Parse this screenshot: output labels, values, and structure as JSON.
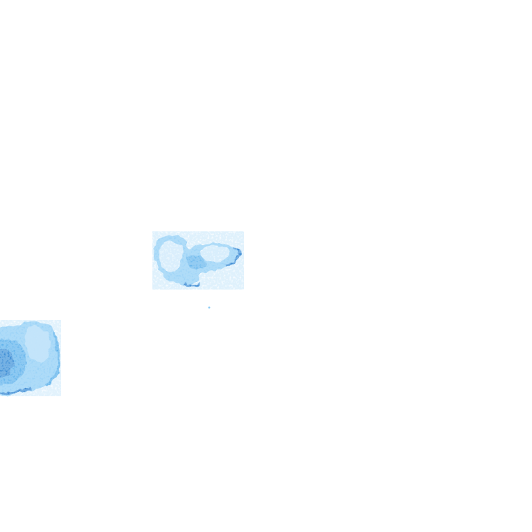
{
  "map": {
    "background_color": "#ffffff",
    "palette": {
      "light": "#c6e6fb",
      "mid": "#8fcdf5",
      "strong": "#4aa6e6",
      "dark": "#1e73c8",
      "deep": "#0d5aa8"
    },
    "layers": [
      {
        "name": "precipitation-cell",
        "intensity": "light-to-moderate"
      },
      {
        "name": "precipitation-cell",
        "intensity": "moderate-to-heavy"
      }
    ]
  }
}
